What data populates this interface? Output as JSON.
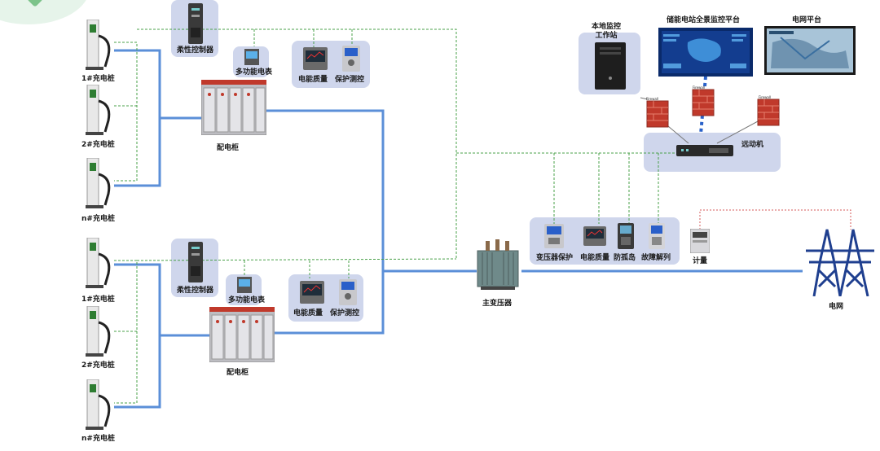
{
  "colors": {
    "power_line": "#5b8fd8",
    "comm_line": "#4aa04a",
    "grid_dotted": "#d65a5a",
    "panel_bg": "#cfd6ec",
    "cabinet": "#b8b8bc",
    "cabinet_red": "#c0392b",
    "tower": "#1f3f8f",
    "firewall": "#c0392b"
  },
  "group_top": {
    "chargers": [
      "1#充电桩",
      "2#充电桩",
      "n#充电桩"
    ],
    "flex_controller": "柔性控制器",
    "meter": "多功能电表",
    "quality_label": "电能质量",
    "protect_label": "保护测控",
    "cabinet_label": "配电柜"
  },
  "group_bottom": {
    "chargers": [
      "1#充电桩",
      "2#充电桩",
      "n#充电桩"
    ],
    "flex_controller": "柔性控制器",
    "meter": "多功能电表",
    "quality_label": "电能质量",
    "protect_label": "保护测控",
    "cabinet_label": "配电柜"
  },
  "transformer": {
    "label": "主变压器"
  },
  "substation_devices": [
    "变压器保护",
    "电能质量",
    "防孤岛",
    "故障解列"
  ],
  "metering": {
    "label": "计量"
  },
  "grid": {
    "label": "电网"
  },
  "remote": {
    "label": "远动机"
  },
  "monitor_platforms": {
    "local": "本地监控\n工作站",
    "panorama": "储能电站全景监控平台",
    "grid_platform": "电网平台"
  },
  "firewall_tag": "Firewall",
  "icons": [
    "charger-pile-icon",
    "flex-controller-icon",
    "power-meter-icon",
    "quality-meter-icon",
    "protection-relay-icon",
    "switchgear-cabinet-icon",
    "transformer-icon",
    "transmission-tower-icon",
    "firewall-icon",
    "workstation-icon",
    "monitor-screen-icon",
    "rtu-icon",
    "energy-meter-icon"
  ]
}
